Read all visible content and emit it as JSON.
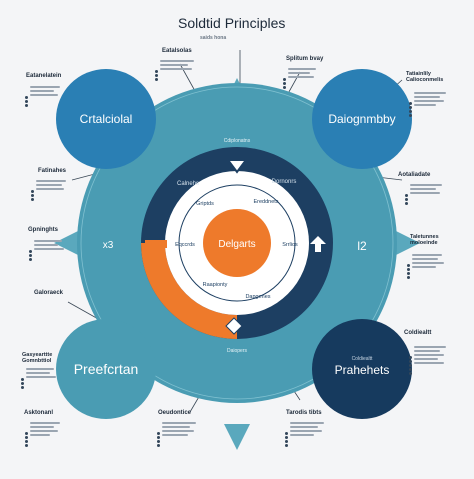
{
  "header": {
    "title": "Soldtid Principles",
    "subtitle": "saids hona"
  },
  "diagram": {
    "center_label": "Delgarts",
    "outer_circles": {
      "top_left": "Crtalciolal",
      "top_right": "Daiognmbby",
      "bottom_left": "Preefcrtan",
      "bottom_right": "Prahehets"
    },
    "ring_labels": {
      "top_small": "Cdiplonatns",
      "bottom_small": "Daiopers",
      "left_num": "x3",
      "right_num": "l2"
    },
    "inner_ring_labels": {
      "top_left": "Griptds",
      "top_right": "Ereddnets",
      "left": "Eqccrds",
      "right": "Srrlios",
      "bottom_left": "Raapionty",
      "bottom_right": "Dapgenes"
    },
    "dark_ring_labels": {
      "top_left": "Calnehs",
      "top_right": "Dornonrs"
    },
    "side_labels": {
      "left_1": "Eatanelatein",
      "left_2": "Fatinahes",
      "left_3": "Gpninghts",
      "left_4": "Galoraeck",
      "left_5": "Gasyearttte Gomnbttiol",
      "left_6": "Asktonanl",
      "right_1": "Tatiainlily Calioconmelis",
      "right_2": "Aotaliadate",
      "right_3": "Taletunnes moloeinde",
      "right_4": "Coldiealtt",
      "top_1": "Eatalsolas",
      "top_2": "Splitum bvay",
      "bottom_1": "Oeudontice",
      "bottom_2": "Tarodis tibts"
    }
  },
  "colors": {
    "teal_ring": "#4a9cb3",
    "dark_ring": "#1d3f62",
    "orange": "#ee7a2b",
    "light_blue": "#2a7fb4",
    "navy": "#163a5e"
  }
}
